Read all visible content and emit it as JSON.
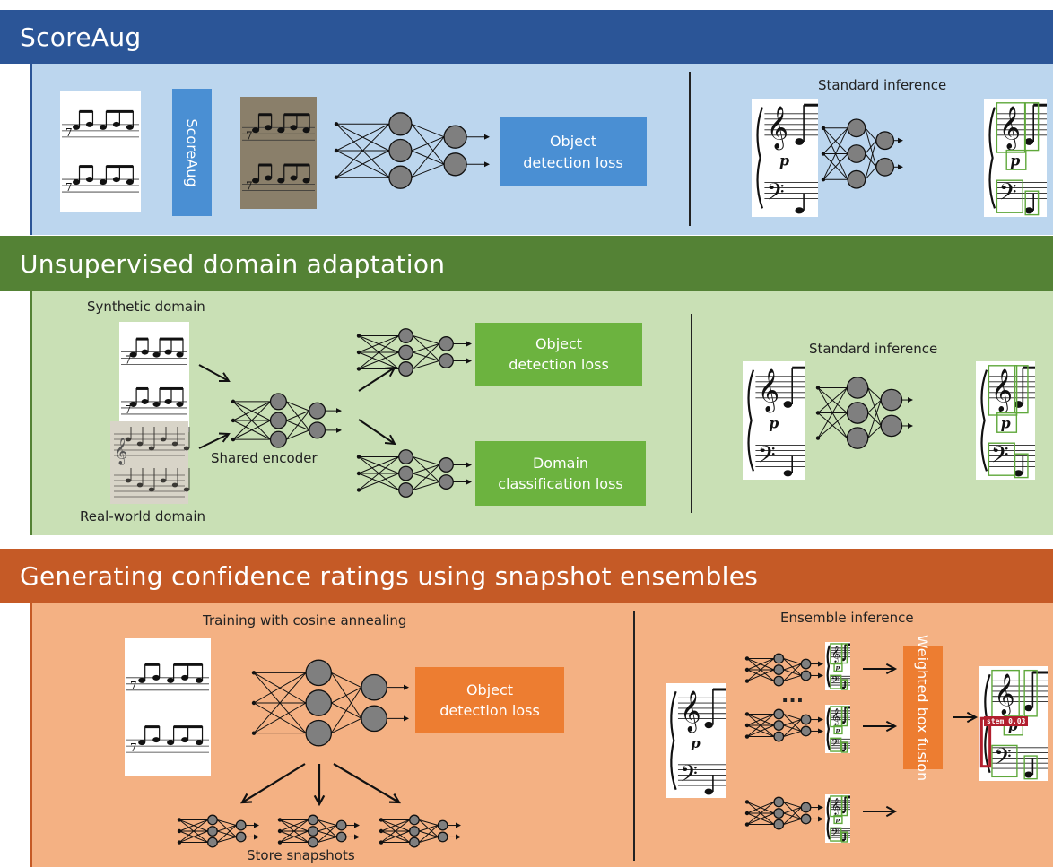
{
  "colors": {
    "blue_header": "#2b5597",
    "blue_panel": "#bcd6ee",
    "blue_box": "#4a8fd3",
    "green_header": "#548235",
    "green_panel": "#c9e0b5",
    "green_box": "#6cb33f",
    "orange_header": "#c55a26",
    "orange_panel": "#f4b183",
    "orange_box": "#ed7d31",
    "node": "#7f7f7f",
    "box_green": "#5fa83b",
    "box_red": "#b11e2d"
  },
  "sections": {
    "scoreaug": {
      "title": "ScoreAug",
      "aug_label": "ScoreAug",
      "loss_label": "Object detection loss",
      "inference_label": "Standard inference"
    },
    "uda": {
      "title": "Unsupervised domain adaptation",
      "synthetic_label": "Synthetic domain",
      "real_label": "Real-world domain",
      "encoder_label": "Shared encoder",
      "detection_loss_label": "Object detection loss",
      "domain_loss_label": "Domain classification loss",
      "inference_label": "Standard inference"
    },
    "snapshot": {
      "title": "Generating confidence ratings using snapshot ensembles",
      "training_label": "Training with cosine annealing",
      "loss_label": "Object detection loss",
      "store_label": "Store snapshots",
      "ensemble_label": "Ensemble inference",
      "fusion_label": "Weighted box fusion",
      "ellipsis": "...",
      "stem_tag": "stem 0.03"
    }
  }
}
